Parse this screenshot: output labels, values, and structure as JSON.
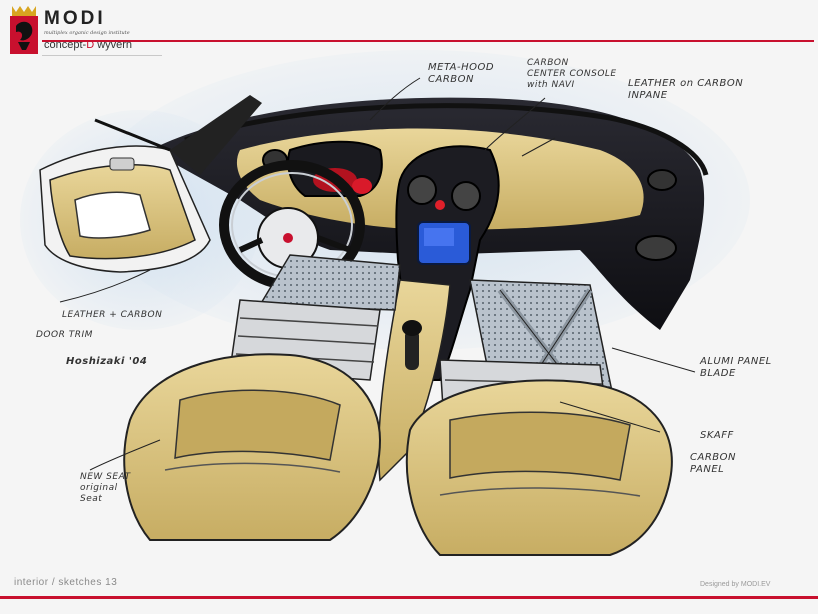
{
  "header": {
    "brand_name": "MODI",
    "brand_tagline": "multiplex organic design institute",
    "concept_prefix": "concept-",
    "concept_accent": "D",
    "concept_suffix": " wyvern"
  },
  "footer": {
    "section": "interior / sketches 13",
    "credit": "Designed by MODI.EV"
  },
  "annotations": {
    "meta_hood": "META-HOOD\nCARBON",
    "center_console": "CARBON\nCENTER CONSOLE\nwith NAVI",
    "leather_inpane": "LEATHER on CARBON\nINPANE",
    "leather_carbon": "LEATHER + CARBON",
    "door_trim": "DOOR TRIM",
    "signature": "Hoshizaki '04",
    "alumi_panel": "ALUMI PANEL\nBLADE",
    "scuff": "SKAFF",
    "carbon_panel": "CARBON\nPANEL",
    "new_seat": "NEW SEAT\noriginal\nSeat"
  },
  "colors": {
    "accent_red": "#c8102e",
    "leather_tan": "#d9c48a",
    "carbon_dark": "#1c1c22",
    "nav_blue": "#2a5bd8"
  }
}
